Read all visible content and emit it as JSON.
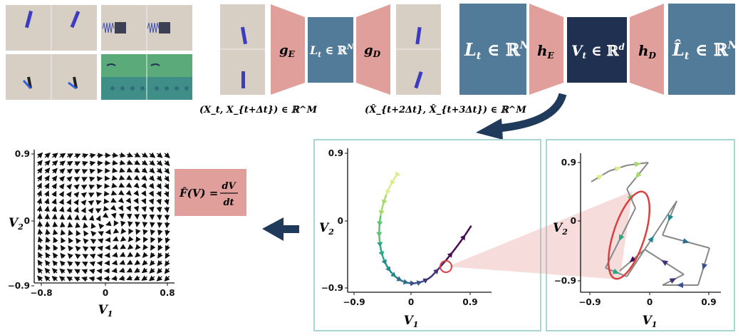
{
  "colors": {
    "beige": "#d8cfc4",
    "pink": "#e19f9c",
    "blue": "#527a99",
    "navy": "#1f3050",
    "teal": "#a8d6d6",
    "arrow": "#1f3a5a",
    "highlight": "#d94040"
  },
  "encoder": {
    "g_E": "g",
    "g_E_sub": "E",
    "L": "L",
    "L_sub": "t",
    "L_set": " ∈ ℝ",
    "L_sup": "N",
    "g_D": "g",
    "g_D_sub": "D",
    "input_label": "(X_t, X_{t+Δt}) ∈ ℝ^M",
    "output_label": "(X̂_{t+2Δt}, X̂_{t+3Δt}) ∈ ℝ^M"
  },
  "latent": {
    "L": "L",
    "L_sub": "t",
    "L_set": " ∈ ℝ",
    "L_sup": "N",
    "h_E": "h",
    "h_E_sub": "E",
    "V": "V",
    "V_sub": "t",
    "V_set": " ∈ ℝ",
    "V_sup": "d",
    "h_D": "h",
    "h_D_sub": "D",
    "Lhat": "L̂",
    "Lhat_sub": "t",
    "Lhat_set": " ∈ ℝ",
    "Lhat_sup": "N"
  },
  "formula": {
    "lhs": "F̂(V) =",
    "num": "dV",
    "den": "dt"
  },
  "field_plot": {
    "y_ticks": [
      "0.9",
      "0",
      "−0.9"
    ],
    "x_ticks": [
      "−0.8",
      "0",
      "0.8"
    ],
    "xlabel": "V",
    "xlabel_sub": "1",
    "ylabel": "V",
    "ylabel_sub": "2"
  },
  "traj_plot": {
    "y_ticks": [
      "0.9",
      "0",
      "−0.9"
    ],
    "x_ticks": [
      "−0.9",
      "0",
      "0.9"
    ],
    "xlabel": "V",
    "xlabel_sub": "1",
    "ylabel": "V",
    "ylabel_sub": "2"
  },
  "zoom_plot": {
    "y_ticks": [
      "0.9",
      "0",
      "−0.9"
    ],
    "x_ticks": [
      "−0.9",
      "0",
      "0.9"
    ],
    "xlabel": "V",
    "xlabel_sub": "1",
    "ylabel": "V",
    "ylabel_sub": "2"
  }
}
